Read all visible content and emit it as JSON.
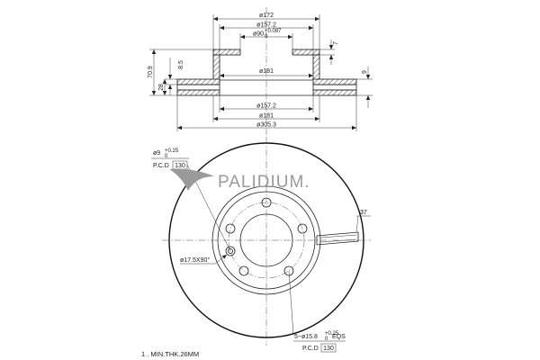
{
  "brand": {
    "name": "PALIDIUM.",
    "logo_icon": "brand-swoosh-icon",
    "color": "#9a9a9a"
  },
  "section_view": {
    "dims_top": {
      "d_172": "ø172",
      "d_157_2": "ø157.2",
      "d_90": "ø90",
      "d_90_tol_upper": "+0.087",
      "d_90_tol_lower": "0",
      "h_7": "7"
    },
    "dims_mid": {
      "d_181": "ø181"
    },
    "dims_bottom": {
      "d_157_2": "ø157.2",
      "d_181": "ø181",
      "d_305_3": "ø305.3"
    },
    "dims_left": {
      "h_70_9": "70.9",
      "h_8_5": "8.5",
      "h_28": "28"
    },
    "dims_right": {
      "h_9": "9"
    }
  },
  "front_view": {
    "callouts": {
      "bolt_hole": "ø9",
      "bolt_hole_tol_upper": "+0.25",
      "bolt_hole_tol_lower": "0",
      "bolt_pcd_label": "P.C.D",
      "bolt_pcd_value": "130",
      "chamfer": "ø17.5X90°",
      "wheel_holes_prefix": "5−ø15.8",
      "wheel_holes_tol_upper": "+0.25",
      "wheel_holes_tol_lower": "0",
      "wheel_holes_suffix": "EQS",
      "wheel_pcd_label": "P.C.D",
      "wheel_pcd_value": "130",
      "vane_dim": "37"
    }
  },
  "note": {
    "min_thickness": "1 . MIN.THK.26MM"
  }
}
